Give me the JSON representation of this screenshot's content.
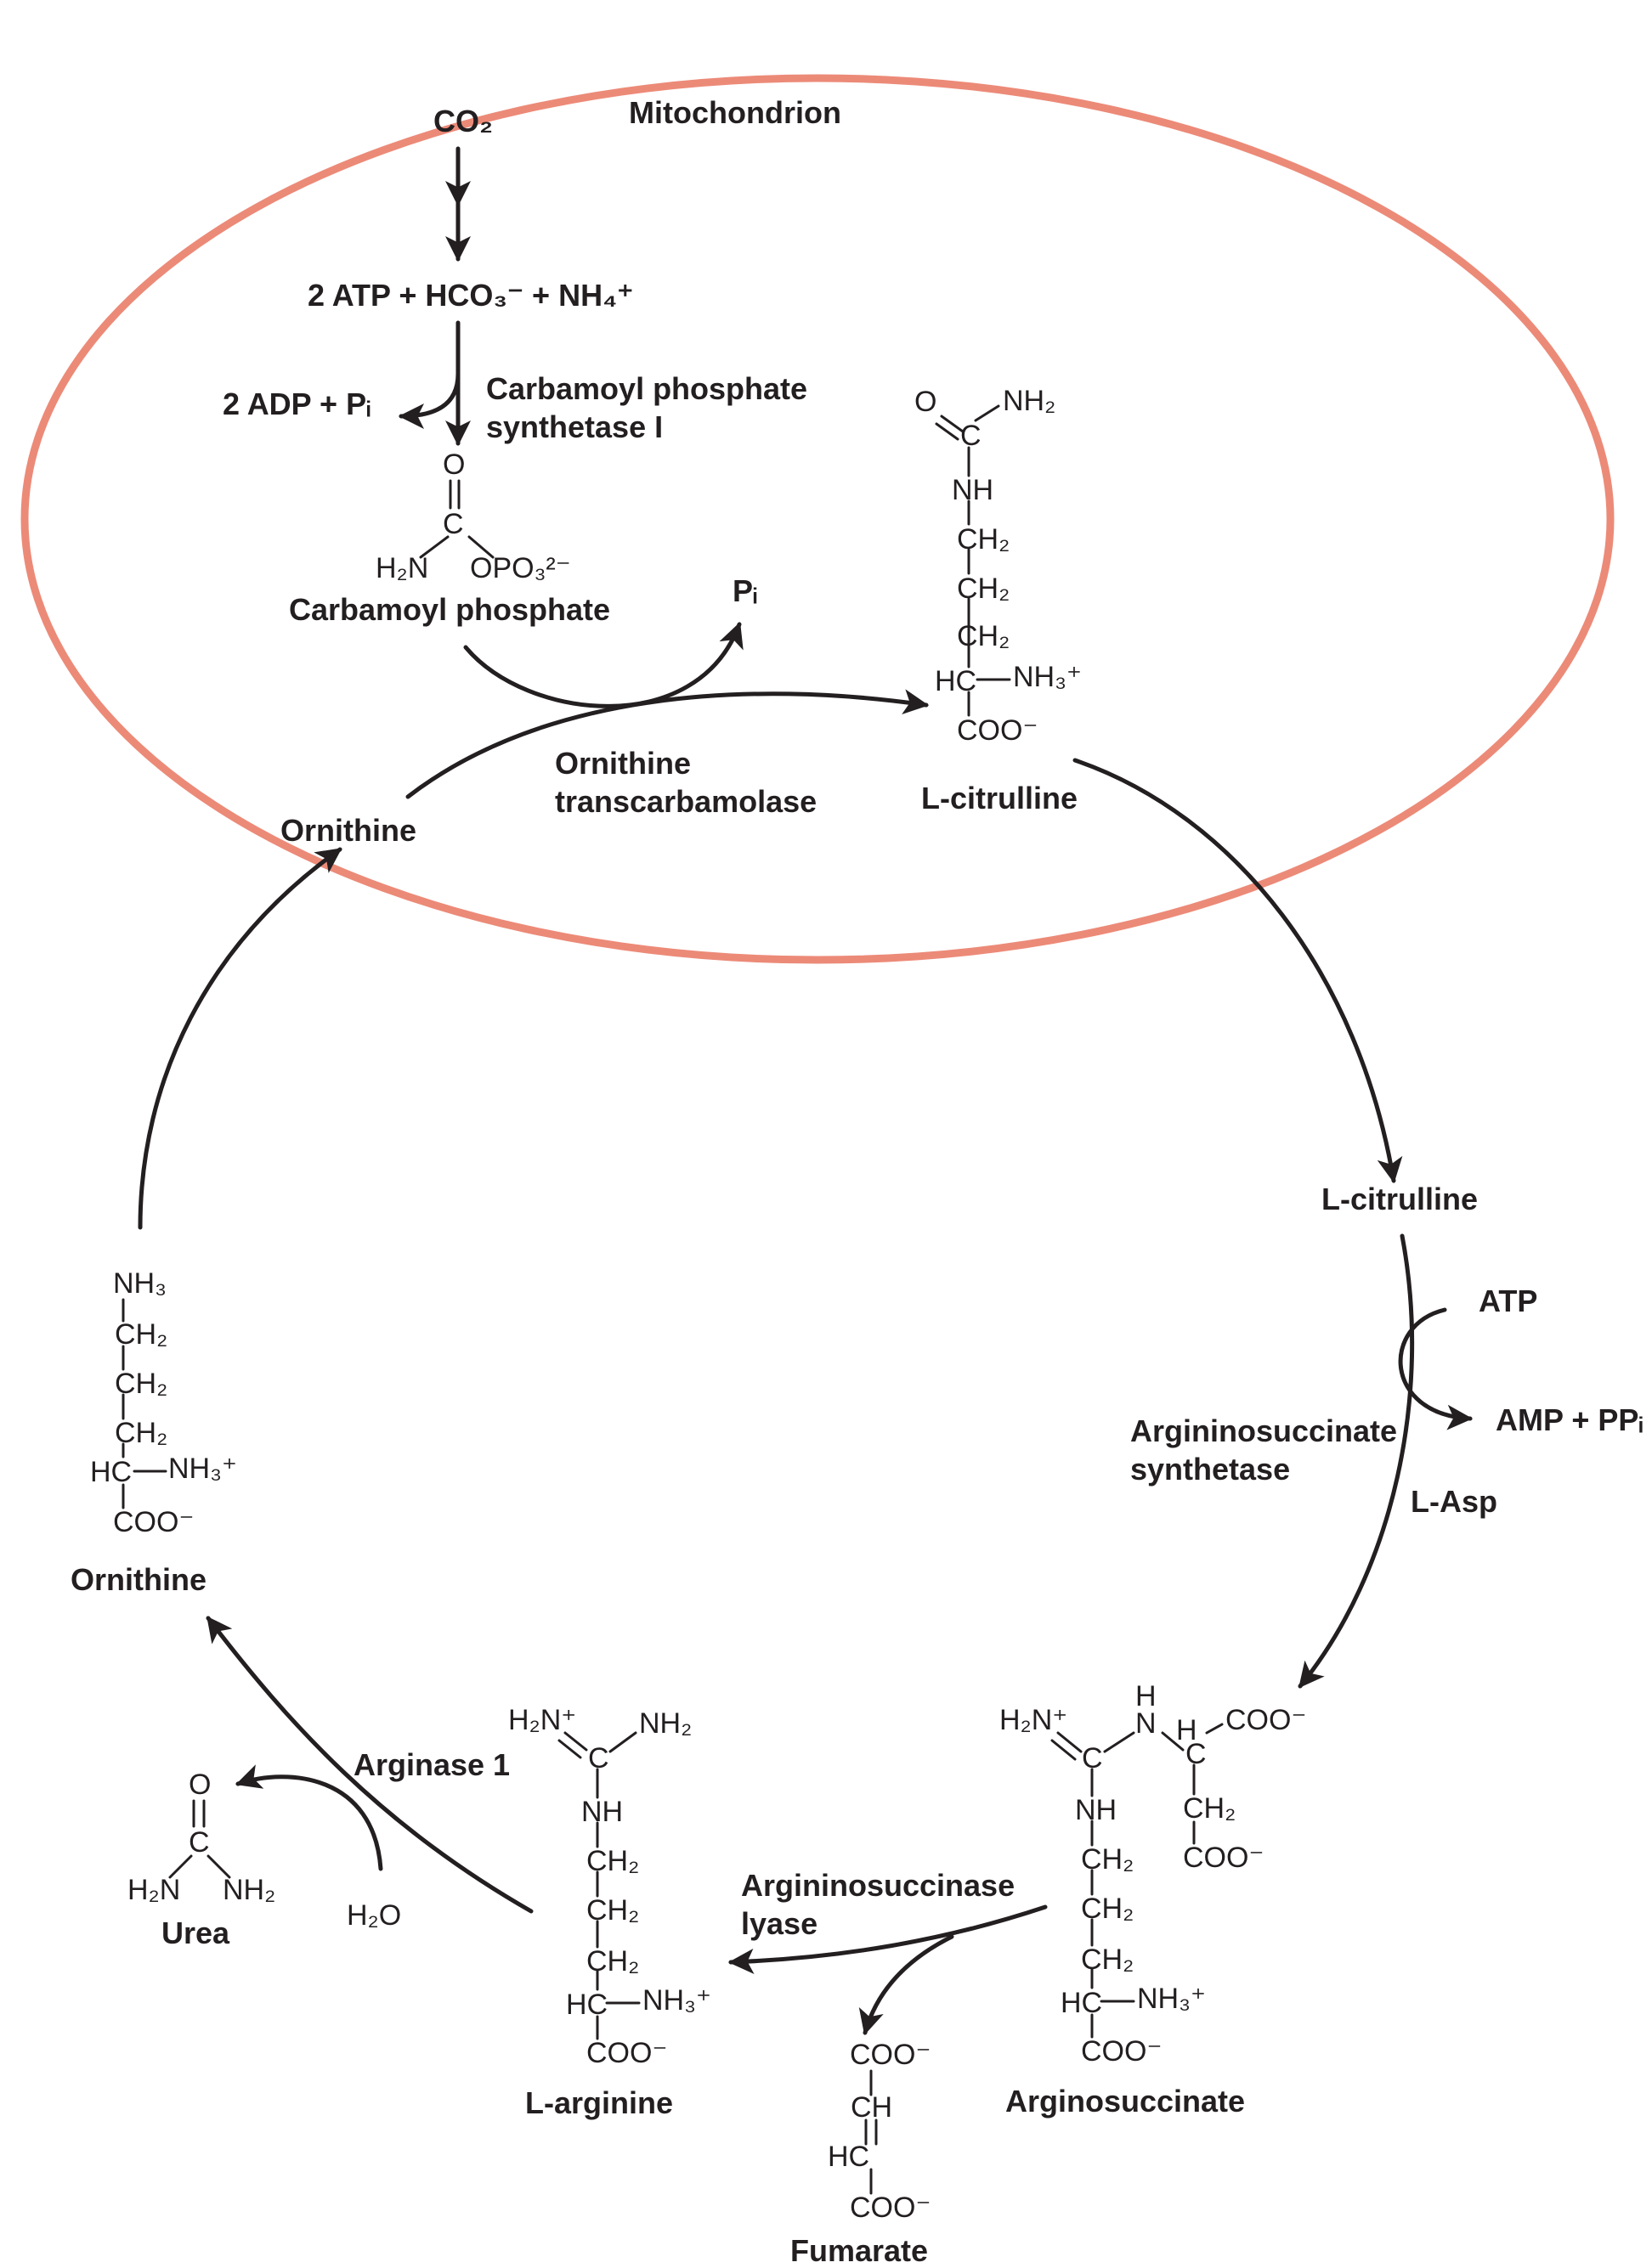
{
  "colors": {
    "membrane": "#ec8a78",
    "ink": "#231f20",
    "background": "#ffffff"
  },
  "labels": {
    "mitochondrion": "Mitochondrion",
    "co2": "CO₂",
    "substrates": "2 ATP + HCO₃⁻ + NH₄⁺",
    "adp_pi": "2 ADP + Pᵢ",
    "cps1": "Carbamoyl phosphate\nsynthetase I",
    "carbamoyl_phosphate": "Carbamoyl phosphate",
    "pi": "Pᵢ",
    "otc": "Ornithine\ntranscarbamolase",
    "ornithine_mito": "Ornithine",
    "citrulline_mito": "L-citrulline",
    "citrulline_cyto": "L-citrulline",
    "atp": "ATP",
    "amp_ppi": "AMP + PPᵢ",
    "ass": "Argininosuccinate\nsynthetase",
    "l_asp": "L-Asp",
    "argininosuccinate": "Arginosuccinate",
    "asl": "Argininosuccinase\nlyase",
    "fumarate": "Fumarate",
    "l_arginine": "L-arginine",
    "arginase": "Arginase 1",
    "h2o": "H₂O",
    "urea": "Urea",
    "ornithine_cyto": "Ornithine"
  },
  "structures": {
    "carbamoyl_phosphate": {
      "o": "O",
      "c": "C",
      "h2n": "H₂N",
      "opo3": "OPO₃²⁻"
    },
    "citrulline": {
      "o": "O",
      "nh2": "NH₂",
      "c": "C",
      "nh": "NH",
      "ch2_1": "CH₂",
      "ch2_2": "CH₂",
      "ch2_3": "CH₂",
      "hc": "HC",
      "nh3": "NH₃⁺",
      "coo": "COO⁻"
    },
    "argininosuccinate": {
      "h2n": "H₂N⁺",
      "h": "H",
      "n": "N",
      "hc_top": "H",
      "c_top": "C",
      "coo_top": "COO⁻",
      "c": "C",
      "nh": "NH",
      "ch2_side": "CH₂",
      "coo_side": "COO⁻",
      "ch2_1": "CH₂",
      "ch2_2": "CH₂",
      "ch2_3": "CH₂",
      "hc": "HC",
      "nh3": "NH₃⁺",
      "coo": "COO⁻"
    },
    "fumarate": {
      "coo_top": "COO⁻",
      "ch": "CH",
      "hc": "HC",
      "coo_bottom": "COO⁻"
    },
    "arginine": {
      "h2n": "H₂N⁺",
      "nh2": "NH₂",
      "c": "C",
      "nh": "NH",
      "ch2_1": "CH₂",
      "ch2_2": "CH₂",
      "ch2_3": "CH₂",
      "hc": "HC",
      "nh3": "NH₃⁺",
      "coo": "COO⁻"
    },
    "urea": {
      "o": "O",
      "c": "C",
      "h2n": "H₂N",
      "nh2": "NH₂"
    },
    "ornithine": {
      "nh3_top": "NH₃",
      "ch2_1": "CH₂",
      "ch2_2": "CH₂",
      "ch2_3": "CH₂",
      "hc": "HC",
      "nh3": "NH₃⁺",
      "coo": "COO⁻"
    }
  }
}
